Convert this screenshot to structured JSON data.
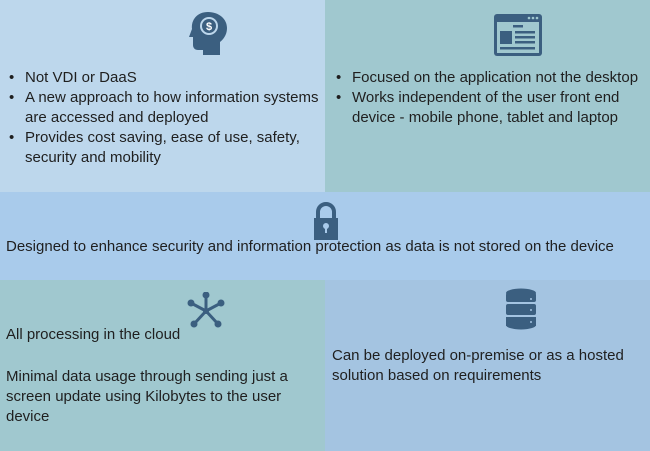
{
  "top_left": {
    "icon": "head-dollar-icon",
    "bullets": [
      "Not VDI or DaaS",
      "A new approach to how information systems are accessed and deployed",
      "Provides cost saving, ease of use, safety, security and mobility"
    ]
  },
  "top_right": {
    "icon": "browser-window-icon",
    "bullets": [
      "Focused on the application not the desktop",
      "Works independent of the user front end device - mobile phone, tablet and laptop"
    ]
  },
  "middle": {
    "icon": "lock-icon",
    "text": "Designed to enhance security and information protection as data is not stored on the device"
  },
  "bottom_left": {
    "icon": "network-hub-icon",
    "text1": "All processing in the cloud",
    "text2": "Minimal data usage through sending just a screen update using Kilobytes to the user device"
  },
  "bottom_right": {
    "icon": "database-icon",
    "text": "Can be deployed on-premise or as a hosted solution based on requirements"
  },
  "colors": {
    "icon": "#3b5f80",
    "top_left": "#bdd7ec",
    "teal": "#a0c8cf",
    "middle": "#a9cbeb",
    "bottom_right": "#a4c4e1"
  }
}
